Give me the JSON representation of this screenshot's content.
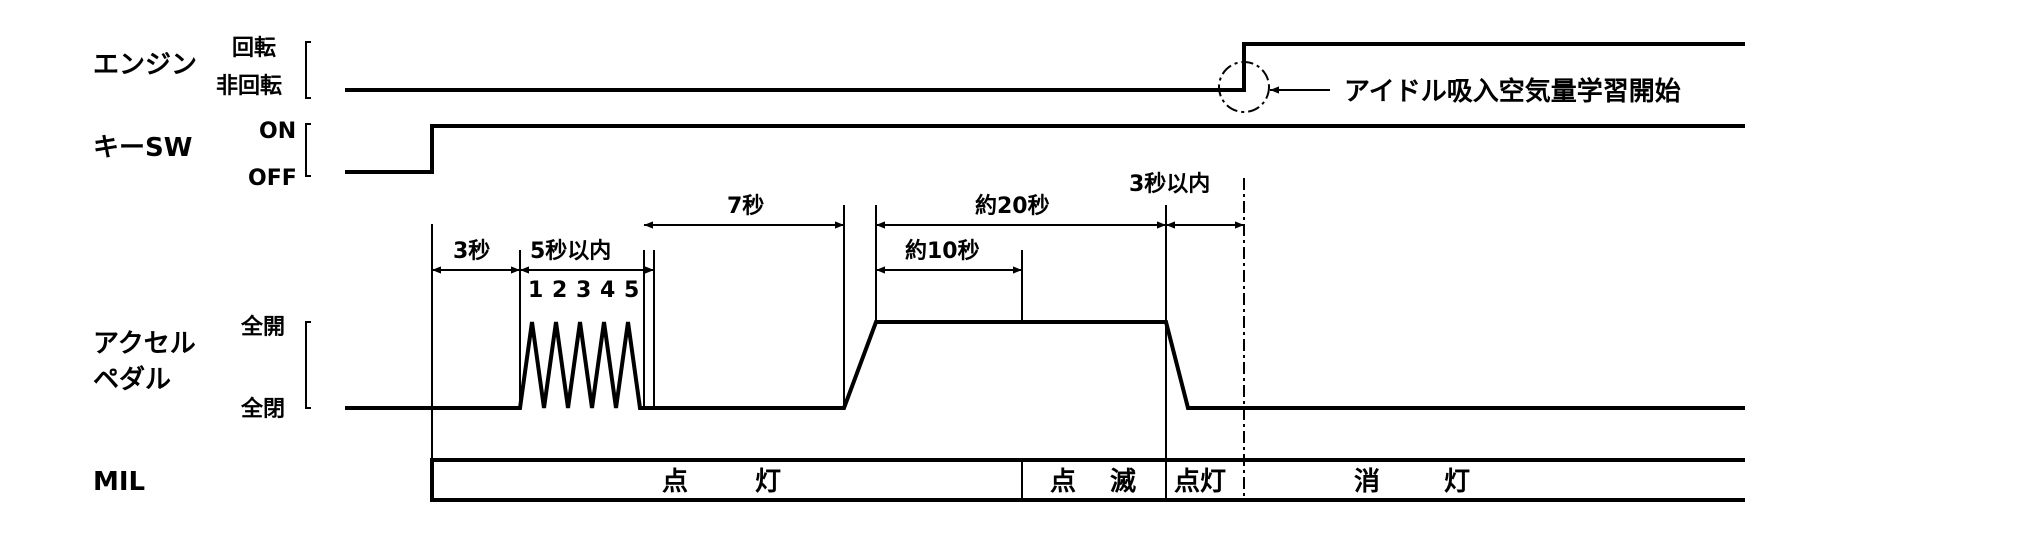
{
  "engine": {
    "label": "エンジン",
    "state_on": "回転",
    "state_off": "非回転",
    "note": "アイドル吸入空気量学習開始"
  },
  "key_sw": {
    "label": "キーSW",
    "state_on": "ON",
    "state_off": "OFF"
  },
  "accel": {
    "label_line1": "アクセル",
    "label_line2": "ペダル",
    "state_open": "全開",
    "state_closed": "全閉",
    "pump_numbers": [
      "1",
      "2",
      "3",
      "4",
      "5"
    ]
  },
  "timing": {
    "t_3s": "3秒",
    "t_5s_within": "5秒以内",
    "t_7s": "7秒",
    "t_about_20s": "約20秒",
    "t_about_10s": "約10秒",
    "t_3s_within": "3秒以内"
  },
  "mil": {
    "label": "MIL",
    "lit_1": "点",
    "lit_2": "灯",
    "blink_1": "点",
    "blink_2": "滅",
    "lit_short": "点灯",
    "off_1": "消",
    "off_2": "灯"
  }
}
